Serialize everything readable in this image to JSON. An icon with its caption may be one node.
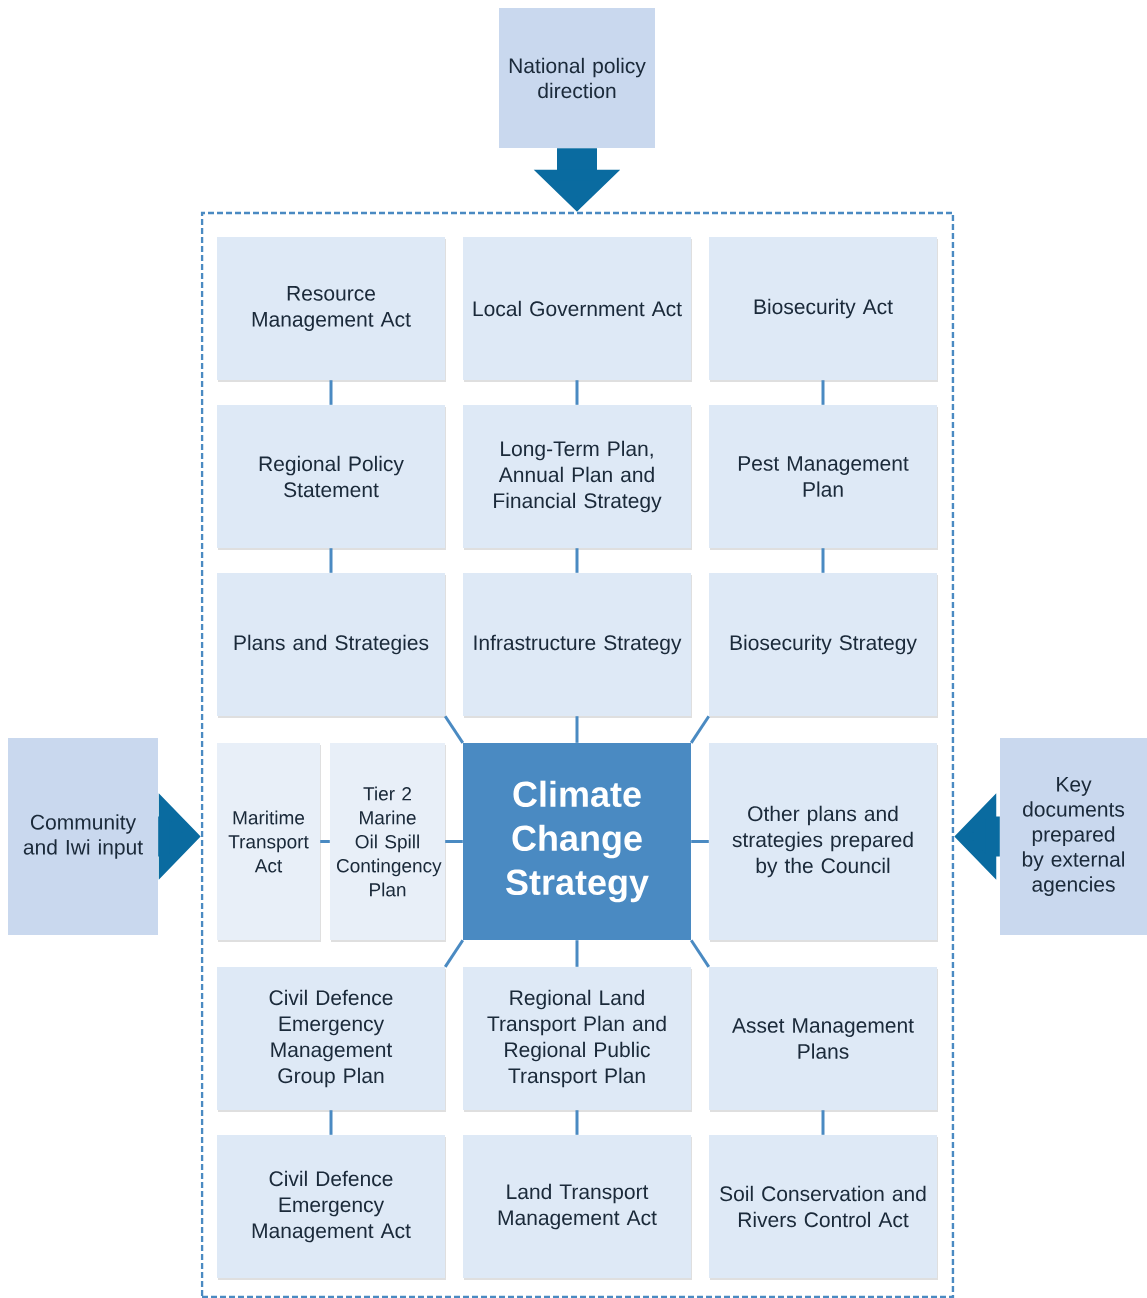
{
  "diagram": {
    "nodes": [
      {
        "text": [
          "National policy direction"
        ]
      },
      {
        "text": [],
        "shape": "box"
      },
      {
        "text": [
          "Resource Management Act"
        ],
        "in": 1
      },
      {
        "text": [
          "Local Government Act"
        ],
        "in": 1
      },
      {
        "text": [
          "Biosecurity Act"
        ],
        "in": 1
      },
      {
        "text": [
          "Regional Policy Statement"
        ],
        "in": 1
      },
      {
        "text": [
          "Long-Term Plan, Annual Plan and Financial Strategy"
        ],
        "in": 1
      },
      {
        "text": [
          "Pest Management Plan"
        ],
        "in": 1
      },
      {
        "text": [
          "Plans and Strategies"
        ],
        "in": 1
      },
      {
        "text": [
          "Infrastructure Strategy"
        ],
        "in": 1
      },
      {
        "text": [
          "Biosecurity Strategy"
        ],
        "in": 1
      },
      {
        "text": [
          "Community and Iwi input"
        ]
      },
      {
        "text": [
          "Maritime Transport Act"
        ],
        "in": 1
      },
      {
        "text": [
          "Tier 2 Marine Oil Spill Contingency Plan"
        ],
        "in": 1
      },
      {
        "text": [
          "Climate Change Strategy"
        ],
        "in": 1
      },
      {
        "text": [
          "Other plans and strategies prepared by the Council"
        ],
        "in": 1
      },
      {
        "text": [
          "Key documents prepared by external agencies"
        ]
      },
      {
        "text": [
          "Civil Defence Emergency Management Group Plan"
        ],
        "in": 1
      },
      {
        "text": [
          "Regional Land Transport Plan and Regional Public Transport Plan"
        ],
        "in": 1
      },
      {
        "text": [
          "Asset Management Plans"
        ],
        "in": 1
      },
      {
        "text": [
          "Civil Defence Emergency Management Act"
        ],
        "in": 1
      },
      {
        "text": [
          "Land Transport Management Act"
        ],
        "in": 1
      },
      {
        "text": [
          "Soil Conservation and Rivers Control Act"
        ],
        "in": 1
      }
    ],
    "edges": [
      {
        "from": 0,
        "to": 1,
        "arrow": "to",
        "style": "thick",
        "color": "#0a6ba0"
      },
      {
        "from": 11,
        "to": 1,
        "arrow": "to",
        "style": "thick",
        "color": "#0a6ba0"
      },
      {
        "from": 16,
        "to": 1,
        "arrow": "to",
        "style": "thick",
        "color": "#0a6ba0"
      },
      {
        "from": 2,
        "to": 5,
        "arrow": "none"
      },
      {
        "from": 5,
        "to": 8,
        "arrow": "none"
      },
      {
        "from": 3,
        "to": 6,
        "arrow": "none"
      },
      {
        "from": 6,
        "to": 9,
        "arrow": "none"
      },
      {
        "from": 4,
        "to": 7,
        "arrow": "none"
      },
      {
        "from": 7,
        "to": 10,
        "arrow": "none"
      },
      {
        "from": 8,
        "to": 14,
        "arrow": "none"
      },
      {
        "from": 9,
        "to": 14,
        "arrow": "none"
      },
      {
        "from": 10,
        "to": 14,
        "arrow": "none"
      },
      {
        "from": 12,
        "to": 13,
        "arrow": "none"
      },
      {
        "from": 13,
        "to": 14,
        "arrow": "none"
      },
      {
        "from": 14,
        "to": 15,
        "arrow": "none"
      },
      {
        "from": 14,
        "to": 17,
        "arrow": "none"
      },
      {
        "from": 14,
        "to": 18,
        "arrow": "none"
      },
      {
        "from": 14,
        "to": 19,
        "arrow": "none"
      },
      {
        "from": 17,
        "to": 20,
        "arrow": "none"
      },
      {
        "from": 18,
        "to": 21,
        "arrow": "none"
      },
      {
        "from": 19,
        "to": 22,
        "arrow": "none"
      }
    ]
  }
}
